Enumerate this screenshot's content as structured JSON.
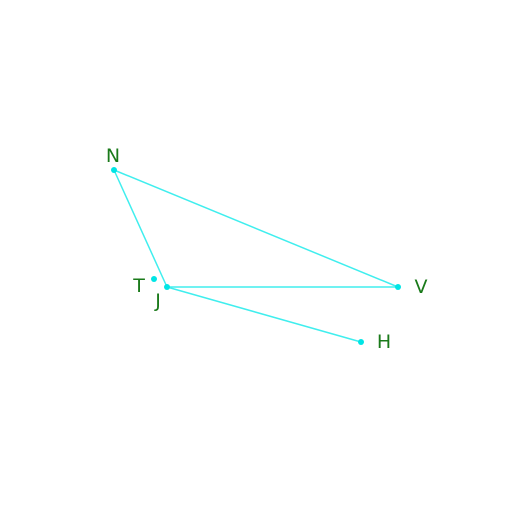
{
  "diagram": {
    "colors": {
      "line": "#40eeee",
      "point": "#00e5e5",
      "label": "#1a7a1a"
    },
    "points": [
      {
        "id": "N",
        "label": "N"
      },
      {
        "id": "T",
        "label": "T"
      },
      {
        "id": "J",
        "label": "J"
      },
      {
        "id": "V",
        "label": "V"
      },
      {
        "id": "H",
        "label": "H"
      }
    ],
    "segments": [
      [
        "N",
        "V"
      ],
      [
        "N",
        "J"
      ],
      [
        "J",
        "V"
      ],
      [
        "J",
        "H"
      ]
    ]
  }
}
